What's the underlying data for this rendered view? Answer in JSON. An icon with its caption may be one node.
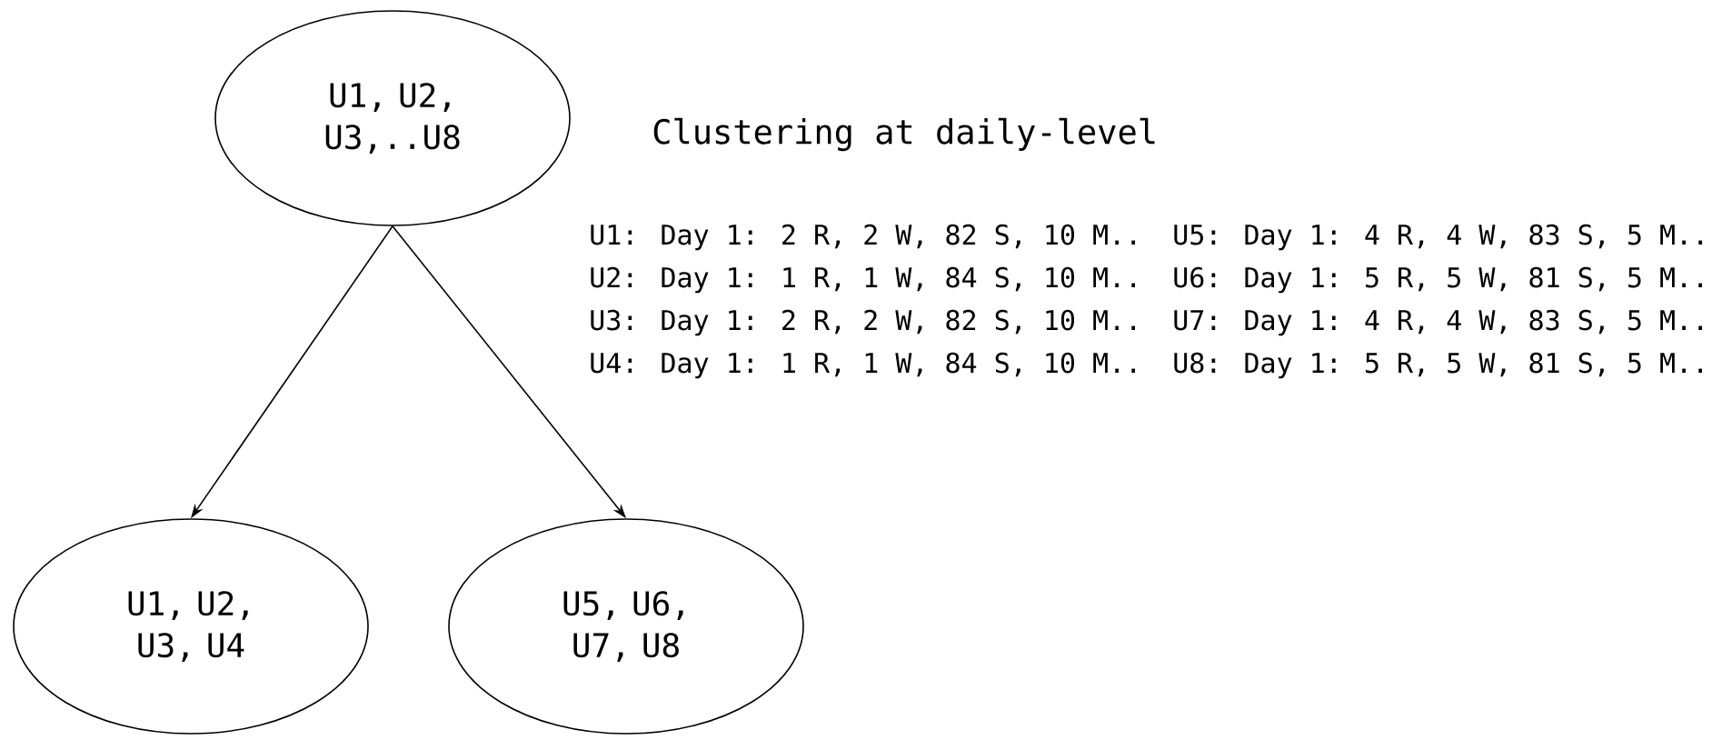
{
  "diagram": {
    "title": "Clustering at daily-level",
    "nodes": [
      {
        "text": [
          "U1, U2, U3,..U8"
        ]
      },
      {
        "text": [
          "U1, U2, U3, U4"
        ]
      },
      {
        "text": [
          "U5, U6, U7, U8"
        ]
      }
    ],
    "edges": [
      {
        "from": 0,
        "to": 1,
        "arrow": "to"
      },
      {
        "from": 0,
        "to": 2,
        "arrow": "to"
      }
    ],
    "labels": [
      "U1: Day 1: 2 R, 2 W, 82 S, 10 M..",
      "U5: Day 1: 4 R, 4 W, 83 S, 5 M..",
      "U2: Day 1: 1 R, 1 W, 84 S, 10 M..",
      "U6: Day 1: 5 R, 5 W, 81 S, 5 M..",
      "U3: Day 1: 2 R, 2 W, 82 S, 10 M..",
      "U7: Day 1: 4 R, 4 W, 83 S, 5 M..",
      "U4: Day 1: 1 R, 1 W, 84 S, 10 M..",
      "U8: Day 1: 5 R, 5 W, 81 S, 5 M.."
    ]
  }
}
